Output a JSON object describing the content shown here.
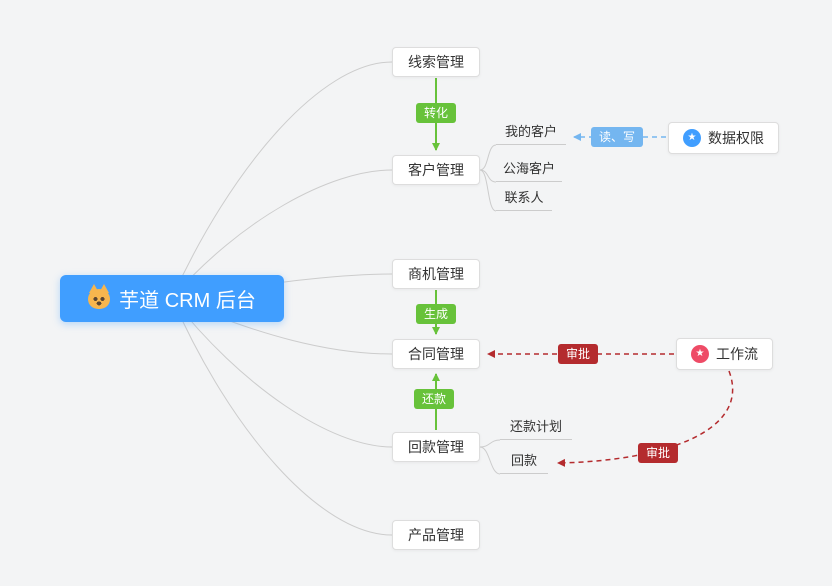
{
  "root": {
    "icon": "dog-face",
    "label": "芋道 CRM 后台"
  },
  "branches": {
    "leads": {
      "label": "线索管理"
    },
    "customers": {
      "label": "客户管理"
    },
    "opportunities": {
      "label": "商机管理"
    },
    "contracts": {
      "label": "合同管理"
    },
    "receivables": {
      "label": "回款管理"
    },
    "products": {
      "label": "产品管理"
    }
  },
  "customer_children": {
    "mine": "我的客户",
    "pool": "公海客户",
    "contacts": "联系人"
  },
  "receivable_children": {
    "plan": "还款计划",
    "payment": "回款"
  },
  "edge_labels": {
    "convert": "转化",
    "generate": "生成",
    "repay": "还款",
    "read_write": "读、写",
    "approve_contract": "审批",
    "approve_receivable": "审批"
  },
  "integrations": {
    "data_permission": {
      "label": "数据权限",
      "icon": "star",
      "icon_glyph": "★"
    },
    "workflow": {
      "label": "工作流",
      "icon": "star",
      "icon_glyph": "★"
    }
  },
  "colors": {
    "primary": "#409eff",
    "success": "#67c23a",
    "info_blue": "#74b6f0",
    "danger": "#b42b2e",
    "workflow_icon": "#ee4b66",
    "node_border": "#dddddd",
    "line": "#cccccc",
    "background": "#f3f4f5",
    "text": "#333333"
  }
}
